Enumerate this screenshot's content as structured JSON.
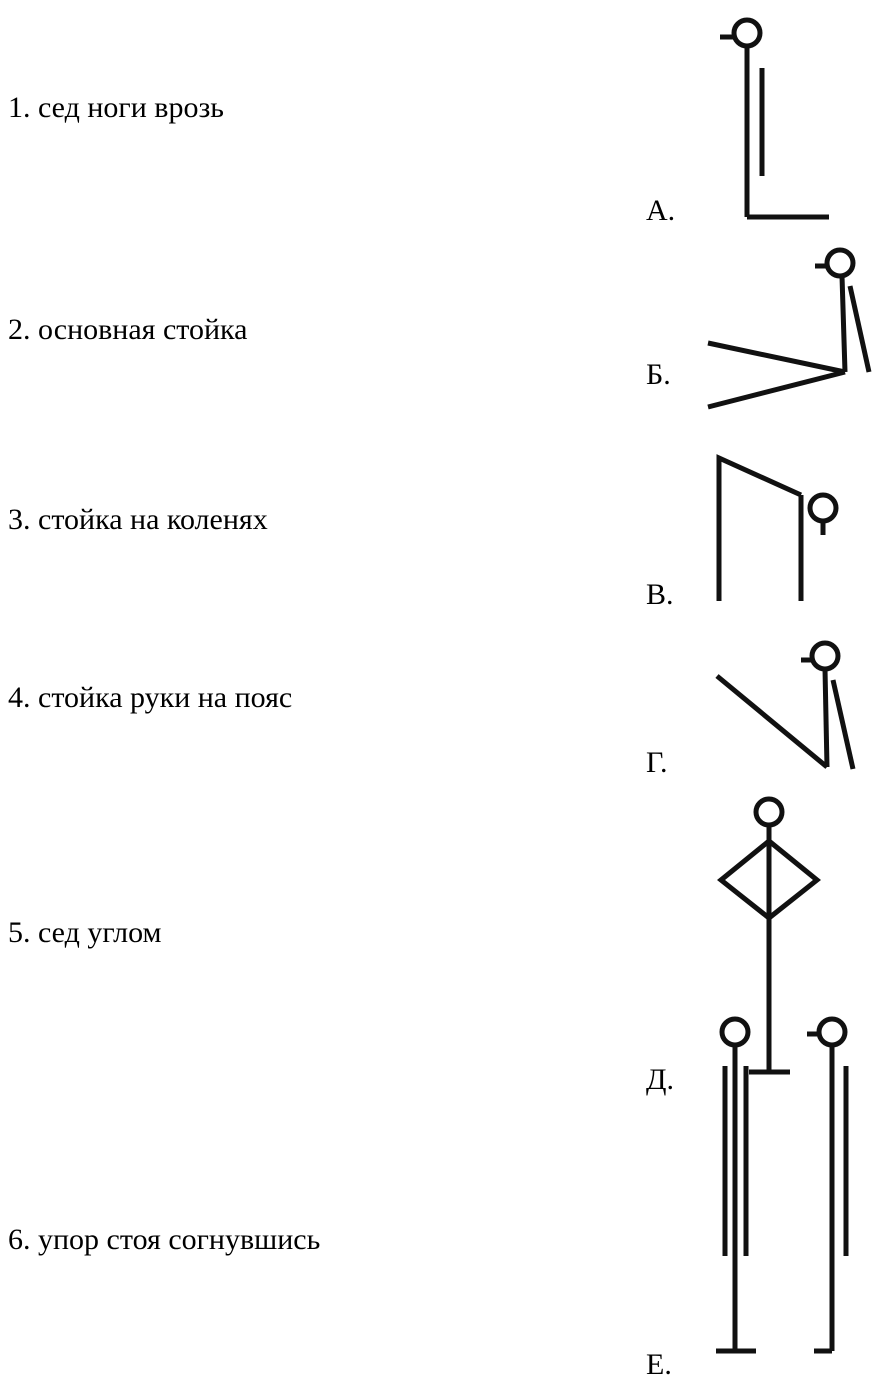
{
  "items": [
    {
      "number": "1.",
      "text": "1. сед ноги врозь"
    },
    {
      "number": "2.",
      "text": "2. основная стойка"
    },
    {
      "number": "3.",
      "text": "3. стойка на коленях"
    },
    {
      "number": "4.",
      "text": "4. стойка руки на пояс"
    },
    {
      "number": "5.",
      "text": "5. сед углом"
    },
    {
      "number": "6.",
      "text": "6. упор стоя согнувшись"
    }
  ],
  "figures": [
    {
      "label": "А.",
      "icon": "sitting-legs-straight-figure-icon"
    },
    {
      "label": "Б.",
      "icon": "sitting-legs-apart-figure-icon"
    },
    {
      "label": "В.",
      "icon": "bent-over-support-figure-icon"
    },
    {
      "label": "Г.",
      "icon": "v-sit-angle-figure-icon"
    },
    {
      "label": "Д.",
      "icon": "stance-hands-on-hips-figure-icon"
    },
    {
      "label": "Е.",
      "icon": "basic-stance-and-kneeling-figures-icon"
    }
  ],
  "colors": {
    "ink": "#111111",
    "background": "#ffffff"
  }
}
